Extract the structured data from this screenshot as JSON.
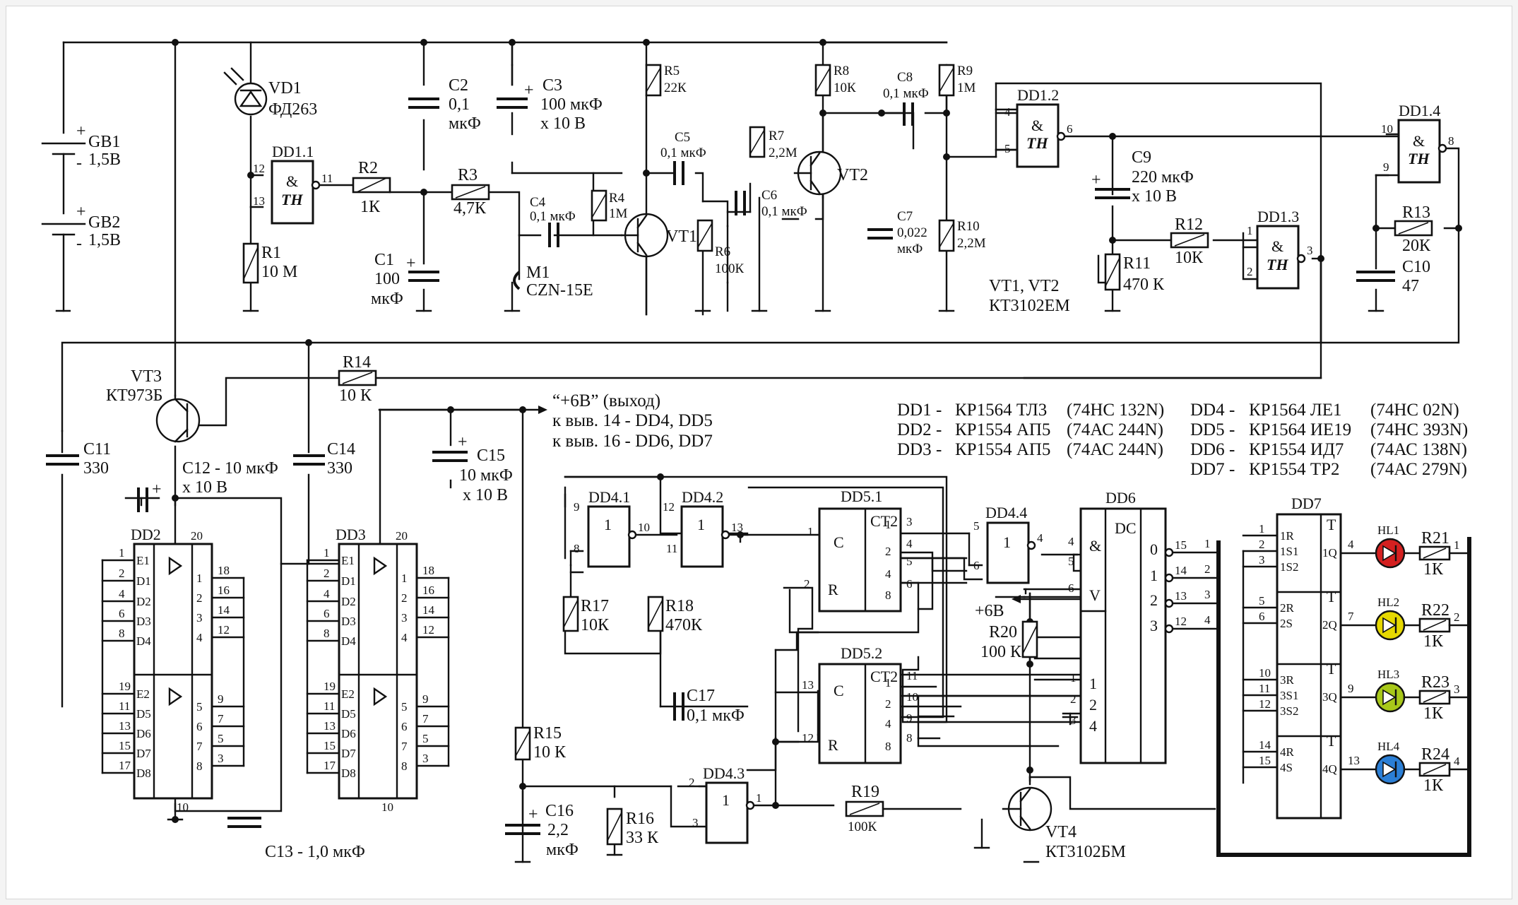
{
  "battery": {
    "gb1": {
      "name": "GB1",
      "value": "1,5В",
      "plus": "+",
      "minus": "-"
    },
    "gb2": {
      "name": "GB2",
      "value": "1,5В",
      "plus": "+",
      "minus": "-"
    }
  },
  "sensor": {
    "name": "VD1",
    "type": "ФД263"
  },
  "gates": {
    "dd1_1": {
      "name": "DD1.1",
      "sym": "&",
      "th": "TH",
      "pins": [
        "12",
        "13",
        "11"
      ]
    },
    "dd1_2": {
      "name": "DD1.2",
      "sym": "&",
      "th": "TH",
      "pins": [
        "4",
        "5",
        "6"
      ]
    },
    "dd1_3": {
      "name": "DD1.3",
      "sym": "&",
      "th": "TH",
      "pins": [
        "1",
        "2",
        "3"
      ]
    },
    "dd1_4": {
      "name": "DD1.4",
      "sym": "&",
      "th": "TH",
      "pins": [
        "10",
        "9",
        "8"
      ]
    },
    "dd4_1": {
      "name": "DD4.1",
      "sym": "1",
      "pins": [
        "9",
        "8",
        "10"
      ]
    },
    "dd4_2": {
      "name": "DD4.2",
      "sym": "1",
      "pins": [
        "12",
        "11",
        "13"
      ]
    },
    "dd4_3": {
      "name": "DD4.3",
      "sym": "1",
      "pins": [
        "2",
        "3",
        "1"
      ]
    },
    "dd4_4": {
      "name": "DD4.4",
      "sym": "1",
      "pins": [
        "5",
        "6",
        "4"
      ]
    }
  },
  "resistors": {
    "r1": {
      "name": "R1",
      "value": "10 М"
    },
    "r2": {
      "name": "R2",
      "value": "1К"
    },
    "r3": {
      "name": "R3",
      "value": "4,7К"
    },
    "r4": {
      "name": "R4",
      "value": "1М"
    },
    "r5": {
      "name": "R5",
      "value": "22К"
    },
    "r6": {
      "name": "R6",
      "value": "100К"
    },
    "r7": {
      "name": "R7",
      "value": "2,2М"
    },
    "r8": {
      "name": "R8",
      "value": "10К"
    },
    "r9": {
      "name": "R9",
      "value": "1М"
    },
    "r10": {
      "name": "R10",
      "value": "2,2М"
    },
    "r11": {
      "name": "R11",
      "value": "470 К"
    },
    "r12": {
      "name": "R12",
      "value": "10К"
    },
    "r13": {
      "name": "R13",
      "value": "20К"
    },
    "r14": {
      "name": "R14",
      "value": "10 К"
    },
    "r15": {
      "name": "R15",
      "value": "10 К"
    },
    "r16": {
      "name": "R16",
      "value": "33 К"
    },
    "r17": {
      "name": "R17",
      "value": "10К"
    },
    "r18": {
      "name": "R18",
      "value": "470К"
    },
    "r19": {
      "name": "R19",
      "value": "100К"
    },
    "r20": {
      "name": "R20",
      "value": "100 К"
    },
    "r21": {
      "name": "R21",
      "value": "1К"
    },
    "r22": {
      "name": "R22",
      "value": "1К"
    },
    "r23": {
      "name": "R23",
      "value": "1К"
    },
    "r24": {
      "name": "R24",
      "value": "1К"
    }
  },
  "capacitors": {
    "c1": {
      "name": "C1",
      "value": "100",
      "unit": "мкФ"
    },
    "c2": {
      "name": "C2",
      "value": "0,1",
      "unit": "мкФ"
    },
    "c3": {
      "name": "C3",
      "value": "100 мкФ",
      "unit": "x 10 В"
    },
    "c4": {
      "name": "C4",
      "value": "0,1 мкФ"
    },
    "c5": {
      "name": "C5",
      "value": "0,1 мкФ"
    },
    "c6": {
      "name": "C6",
      "value": "0,1 мкФ"
    },
    "c7": {
      "name": "C7",
      "value": "0,022",
      "unit": "мкФ"
    },
    "c8": {
      "name": "C8",
      "value": "0,1 мкФ"
    },
    "c9": {
      "name": "C9",
      "value": "220 мкФ",
      "unit": "x 10 В"
    },
    "c10": {
      "name": "C10",
      "value": "47"
    },
    "c11": {
      "name": "C11",
      "value": "330"
    },
    "c12": {
      "name": "C12 - 10 мкФ",
      "unit": "x 10 В"
    },
    "c13": {
      "name": "C13 - 1,0 мкФ"
    },
    "c14": {
      "name": "C14",
      "value": "330"
    },
    "c15": {
      "name": "C15",
      "value": "10 мкФ",
      "unit": "x 10 В"
    },
    "c16": {
      "name": "C16",
      "value": "2,2",
      "unit": "мкФ"
    },
    "c17": {
      "name": "C17",
      "value": "0,1 мкФ"
    }
  },
  "transistors": {
    "vt1": {
      "name": "VT1"
    },
    "vt2": {
      "name": "VT2"
    },
    "vt3": {
      "name": "VT3",
      "type": "КТ973Б"
    },
    "vt4": {
      "name": "VT4",
      "type": "КТ3102БМ"
    },
    "note": {
      "line1": "VT1, VT2",
      "line2": "КТ3102ЕМ"
    }
  },
  "mic": {
    "name": "M1",
    "type": "CZN-15E"
  },
  "output": {
    "line1": "“+6В” (выход)",
    "line2": "к выв. 14 - DD4, DD5",
    "line3": "к выв. 16 - DD6, DD7"
  },
  "plus6v": "+6В",
  "dd2": {
    "name": "DD2",
    "vcc": "20",
    "gnd": "10",
    "left_pins": [
      "1",
      "2",
      "4",
      "6",
      "8",
      "19",
      "11",
      "13",
      "15",
      "17"
    ],
    "left_labels": [
      "E1",
      "D1",
      "D2",
      "D3",
      "D4",
      "E2",
      "D5",
      "D6",
      "D7",
      "D8"
    ],
    "right_pins": [
      "18",
      "16",
      "14",
      "12",
      "9",
      "7",
      "5",
      "3"
    ],
    "inner_pins": [
      "1",
      "2",
      "3",
      "4",
      "5",
      "6",
      "7",
      "8"
    ]
  },
  "dd3": {
    "name": "DD3",
    "vcc": "20",
    "gnd": "10",
    "left_pins": [
      "1",
      "2",
      "4",
      "6",
      "8",
      "19",
      "11",
      "13",
      "15",
      "17"
    ],
    "left_labels": [
      "E1",
      "D1",
      "D2",
      "D3",
      "D4",
      "E2",
      "D5",
      "D6",
      "D7",
      "D8"
    ],
    "right_pins": [
      "18",
      "16",
      "14",
      "12",
      "9",
      "7",
      "5",
      "3"
    ],
    "inner_pins": [
      "1",
      "2",
      "3",
      "4",
      "5",
      "6",
      "7",
      "8"
    ]
  },
  "dd5_1": {
    "name": "DD5.1",
    "type": "CT2",
    "c": "C",
    "r": "R",
    "in_c": "1",
    "in_r": "2",
    "outs": [
      "3",
      "4",
      "5",
      "6"
    ],
    "weights": [
      "1",
      "2",
      "4",
      "8"
    ]
  },
  "dd5_2": {
    "name": "DD5.2",
    "type": "CT2",
    "c": "C",
    "r": "R",
    "in_c": "13",
    "in_r": "12",
    "outs": [
      "11",
      "10",
      "9",
      "8"
    ],
    "weights": [
      "1",
      "2",
      "4",
      "8"
    ]
  },
  "dd6": {
    "name": "DD6",
    "type": "DC",
    "amp": "&",
    "v": "V",
    "in_top": [
      "4",
      "5",
      "6"
    ],
    "in_bot": [
      "1",
      "2",
      "3"
    ],
    "in_bot_w": [
      "1",
      "2",
      "4"
    ],
    "outs": [
      "15",
      "14",
      "13",
      "12"
    ],
    "out_w": [
      "0",
      "1",
      "2",
      "3"
    ]
  },
  "dd7": {
    "name": "DD7",
    "t": "T",
    "rows": [
      {
        "inputs": [
          [
            "1",
            "1R"
          ],
          [
            "2",
            "1S1"
          ],
          [
            "3",
            "1S2"
          ]
        ],
        "out": "1Q",
        "pin": "4"
      },
      {
        "inputs": [
          [
            "5",
            "2R"
          ],
          [
            "6",
            "2S"
          ]
        ],
        "out": "2Q",
        "pin": "7"
      },
      {
        "inputs": [
          [
            "10",
            "3R"
          ],
          [
            "11",
            "3S1"
          ],
          [
            "12",
            "3S2"
          ]
        ],
        "out": "3Q",
        "pin": "9"
      },
      {
        "inputs": [
          [
            "14",
            "4R"
          ],
          [
            "15",
            "4S"
          ]
        ],
        "out": "4Q",
        "pin": "13"
      }
    ]
  },
  "bus_numbers": [
    "1",
    "2",
    "3",
    "4"
  ],
  "leds": [
    {
      "name": "HL1",
      "color": "#d42020"
    },
    {
      "name": "HL2",
      "color": "#e6d800"
    },
    {
      "name": "HL3",
      "color": "#a8c81a"
    },
    {
      "name": "HL4",
      "color": "#2b7fd6"
    }
  ],
  "parts_list": [
    [
      "DD1",
      "-",
      "КР1564 ТЛ3",
      "(74НС 132N)"
    ],
    [
      "DD2",
      "-",
      "КР1554 АП5",
      "(74АС 244N)"
    ],
    [
      "DD3",
      "-",
      "КР1554 АП5",
      "(74АС 244N)"
    ],
    [
      "DD4",
      "-",
      "КР1564 ЛЕ1",
      "(74НС 02N)"
    ],
    [
      "DD5",
      "-",
      "КР1564 ИЕ19",
      "(74НС 393N)"
    ],
    [
      "DD6",
      "-",
      "КР1554 ИД7",
      "(74АС 138N)"
    ],
    [
      "DD7",
      "-",
      "КР1554 ТР2",
      "(74АС 279N)"
    ]
  ]
}
